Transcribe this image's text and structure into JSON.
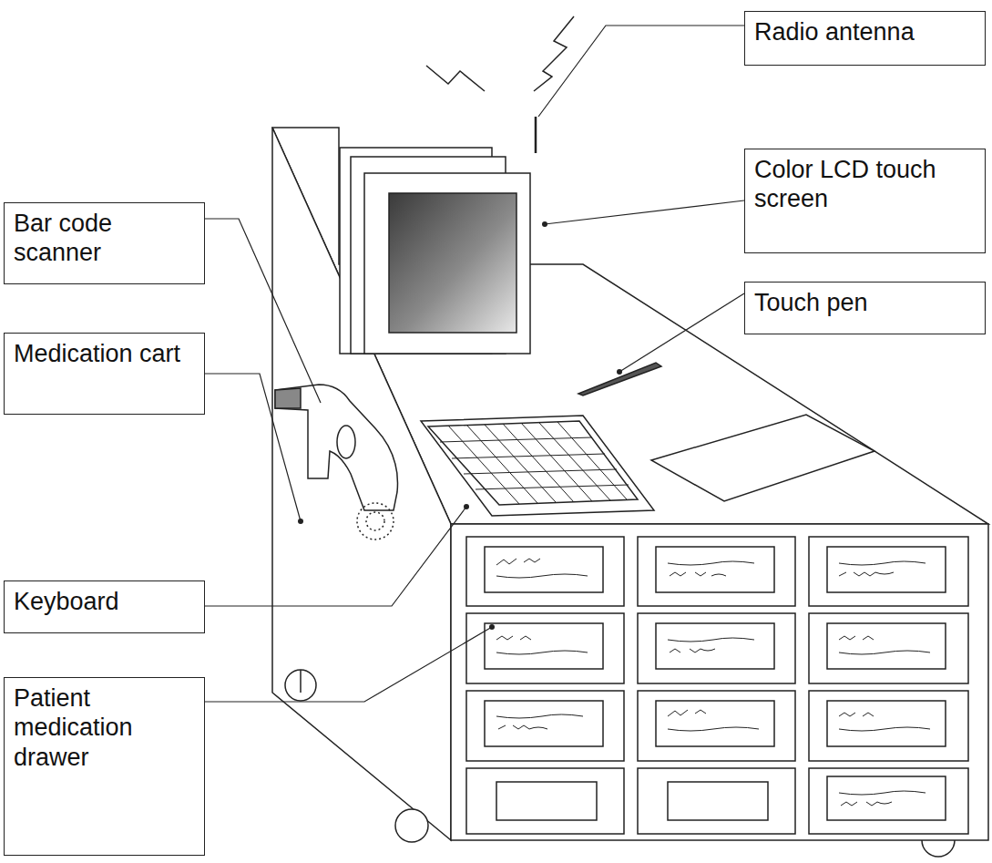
{
  "diagram": {
    "nodes": [
      {
        "text": [
          "Radio antenna"
        ]
      },
      {
        "text": [
          "Color LCD touch screen"
        ]
      },
      {
        "text": [
          "Touch pen"
        ]
      },
      {
        "text": [
          "Bar code scanner"
        ]
      },
      {
        "text": [
          "Medication cart"
        ]
      },
      {
        "text": [
          "Keyboard"
        ]
      },
      {
        "text": [
          "Patient medication drawer"
        ]
      }
    ]
  }
}
